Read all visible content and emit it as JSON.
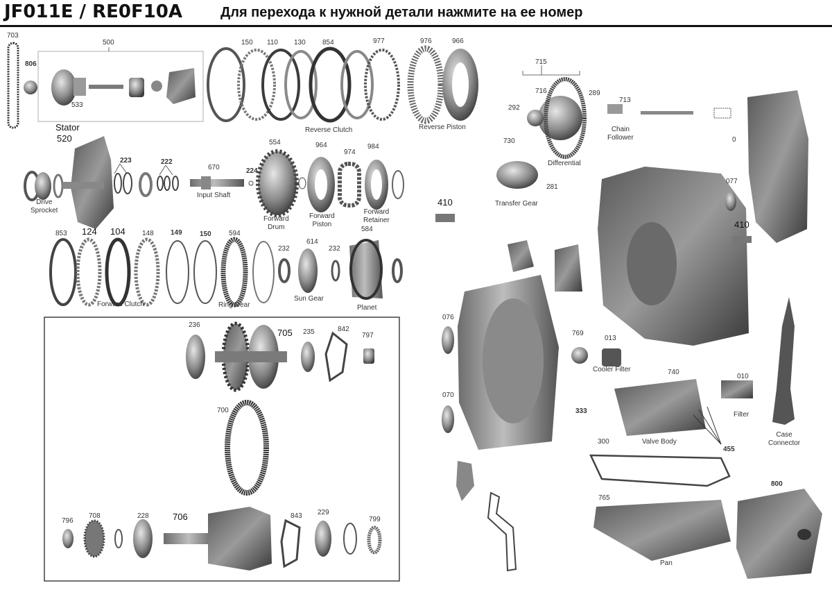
{
  "header": {
    "model": "JF011E / RE0F10A",
    "instruction": "Для перехода к нужной детали нажмите на ее номер"
  },
  "part_numbers": {
    "p703": "703",
    "p806": "806",
    "p500": "500",
    "p533": "533",
    "p150a": "150",
    "p110": "110",
    "p130": "130",
    "p854": "854",
    "p977": "977",
    "p976": "976",
    "p966": "966",
    "p520": "520",
    "p223": "223",
    "p222": "222",
    "p670": "670",
    "p224": "224",
    "p554": "554",
    "p964": "964",
    "p974": "974",
    "p984": "984",
    "p853": "853",
    "p124": "124",
    "p104": "104",
    "p148": "148",
    "p149": "149",
    "p150b": "150",
    "p594": "594",
    "p232a": "232",
    "p614": "614",
    "p232b": "232",
    "p584": "584",
    "p236": "236",
    "p705": "705",
    "p235": "235",
    "p842": "842",
    "p797": "797",
    "p700": "700",
    "p796": "796",
    "p708": "708",
    "p228": "228",
    "p706": "706",
    "p843": "843",
    "p229": "229",
    "p799": "799",
    "p715": "715",
    "p716": "716",
    "p289": "289",
    "p292": "292",
    "p713": "713",
    "p730": "730",
    "p281": "281",
    "p410a": "410",
    "p410b": "410",
    "p077": "077",
    "p076": "076",
    "p070": "070",
    "p769": "769",
    "p013": "013",
    "p740": "740",
    "p333": "333",
    "p010": "010",
    "p455": "455",
    "p300": "300",
    "p765": "765",
    "p800": "800",
    "p0": "0"
  },
  "captions": {
    "stator": "Stator",
    "drive_sprocket": "Drive\nSprocket",
    "input_shaft": "Input Shaft",
    "forward_drum": "Forward\nDrum",
    "forward_piston": "Forward\nPiston",
    "forward_retainer": "Forward\nRetainer",
    "reverse_clutch": "Reverse Clutch",
    "reverse_piston": "Reverse Piston",
    "forward_clutch": "Forward Clutch",
    "ring_gear": "Ring Gear",
    "sun_gear": "Sun Gear",
    "planet": "Planet",
    "differential": "Differential",
    "chain_follower": "Chain\nFollower",
    "transfer_gear": "Transfer Gear",
    "cooler_filter": "Cooler Filter",
    "valve_body": "Valve Body",
    "filter": "Filter",
    "case_connector": "Case\nConnector",
    "pan": "Pan"
  },
  "colors": {
    "ink": "#111111",
    "metal_dark": "#555555",
    "metal_mid": "#8a8a8a",
    "metal_light": "#cfcfcf",
    "link_hover": "#cc0000"
  }
}
